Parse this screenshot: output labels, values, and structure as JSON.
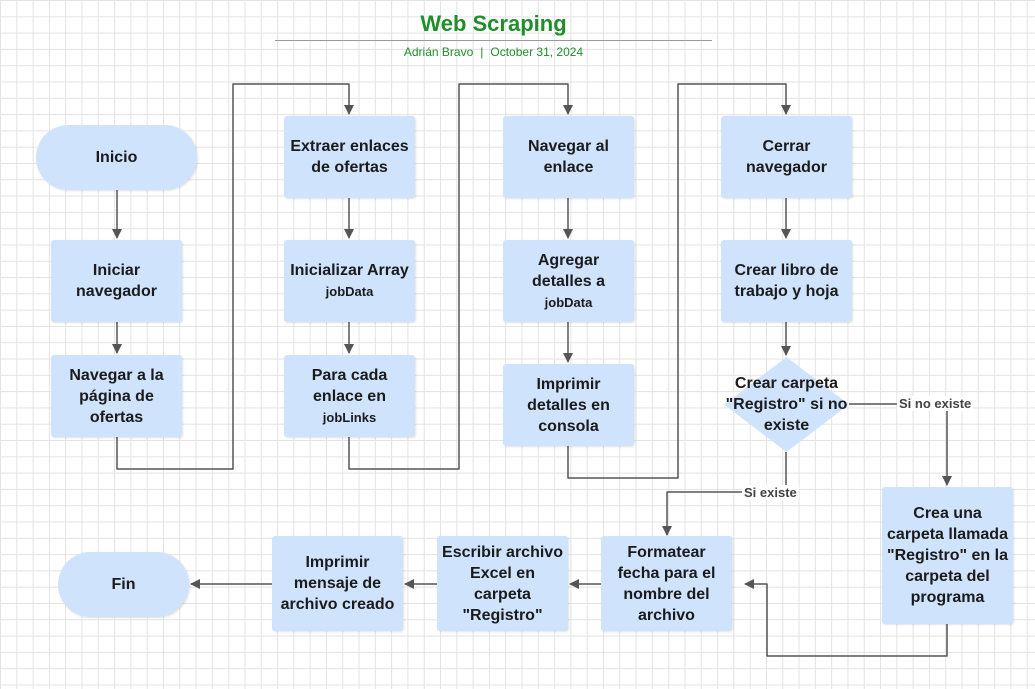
{
  "header": {
    "title": "Web Scraping",
    "author": "Adrián Bravo",
    "separator": "|",
    "date": "October 31, 2024"
  },
  "nodes": {
    "inicio": "Inicio",
    "iniciar_navegador": "Iniciar navegador",
    "navegar_pagina": "Navegar a la página de ofertas",
    "extraer_enlaces": "Extraer enlaces de ofertas",
    "inicializar_array": {
      "text": "Inicializar Array",
      "var": "jobData"
    },
    "para_cada_enlace": {
      "text": "Para cada enlace en",
      "var": "jobLinks"
    },
    "navegar_enlace": "Navegar al enlace",
    "agregar_detalles": {
      "text": "Agregar detalles a",
      "var": "jobData"
    },
    "imprimir_detalles": "Imprimir detalles en consola",
    "cerrar_navegador": "Cerrar navegador",
    "crear_libro": "Crear libro de trabajo y hoja",
    "crear_carpeta": "Crear carpeta \"Registro\" si no existe",
    "crea_una_carpeta": "Crea una carpeta llamada \"Registro\" en la carpeta del programa",
    "formatear_fecha": "Formatear fecha para el nombre del archivo",
    "escribir_archivo": "Escribir archivo Excel en carpeta \"Registro\"",
    "imprimir_mensaje": "Imprimir mensaje de archivo creado",
    "fin": "Fin"
  },
  "edge_labels": {
    "si_no_existe": "Si no existe",
    "si_existe": "Si existe"
  },
  "colors": {
    "node_fill": "#cfe3fd",
    "title_green": "#1f8f2a",
    "connector": "#555555"
  }
}
